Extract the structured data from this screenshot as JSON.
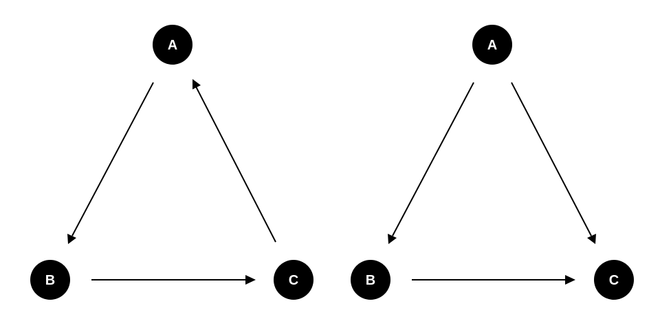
{
  "diagrams": [
    {
      "id": "cyclic",
      "nodes": [
        {
          "id": "A",
          "label": "A"
        },
        {
          "id": "B",
          "label": "B"
        },
        {
          "id": "C",
          "label": "C"
        }
      ],
      "edges": [
        {
          "from": "A",
          "to": "B"
        },
        {
          "from": "B",
          "to": "C"
        },
        {
          "from": "C",
          "to": "A"
        }
      ]
    },
    {
      "id": "acyclic",
      "nodes": [
        {
          "id": "A",
          "label": "A"
        },
        {
          "id": "B",
          "label": "B"
        },
        {
          "id": "C",
          "label": "C"
        }
      ],
      "edges": [
        {
          "from": "A",
          "to": "B"
        },
        {
          "from": "A",
          "to": "C"
        },
        {
          "from": "B",
          "to": "C"
        }
      ]
    }
  ],
  "colors": {
    "node_fill": "#000000",
    "node_text": "#ffffff",
    "edge": "#000000",
    "background": "#ffffff"
  }
}
